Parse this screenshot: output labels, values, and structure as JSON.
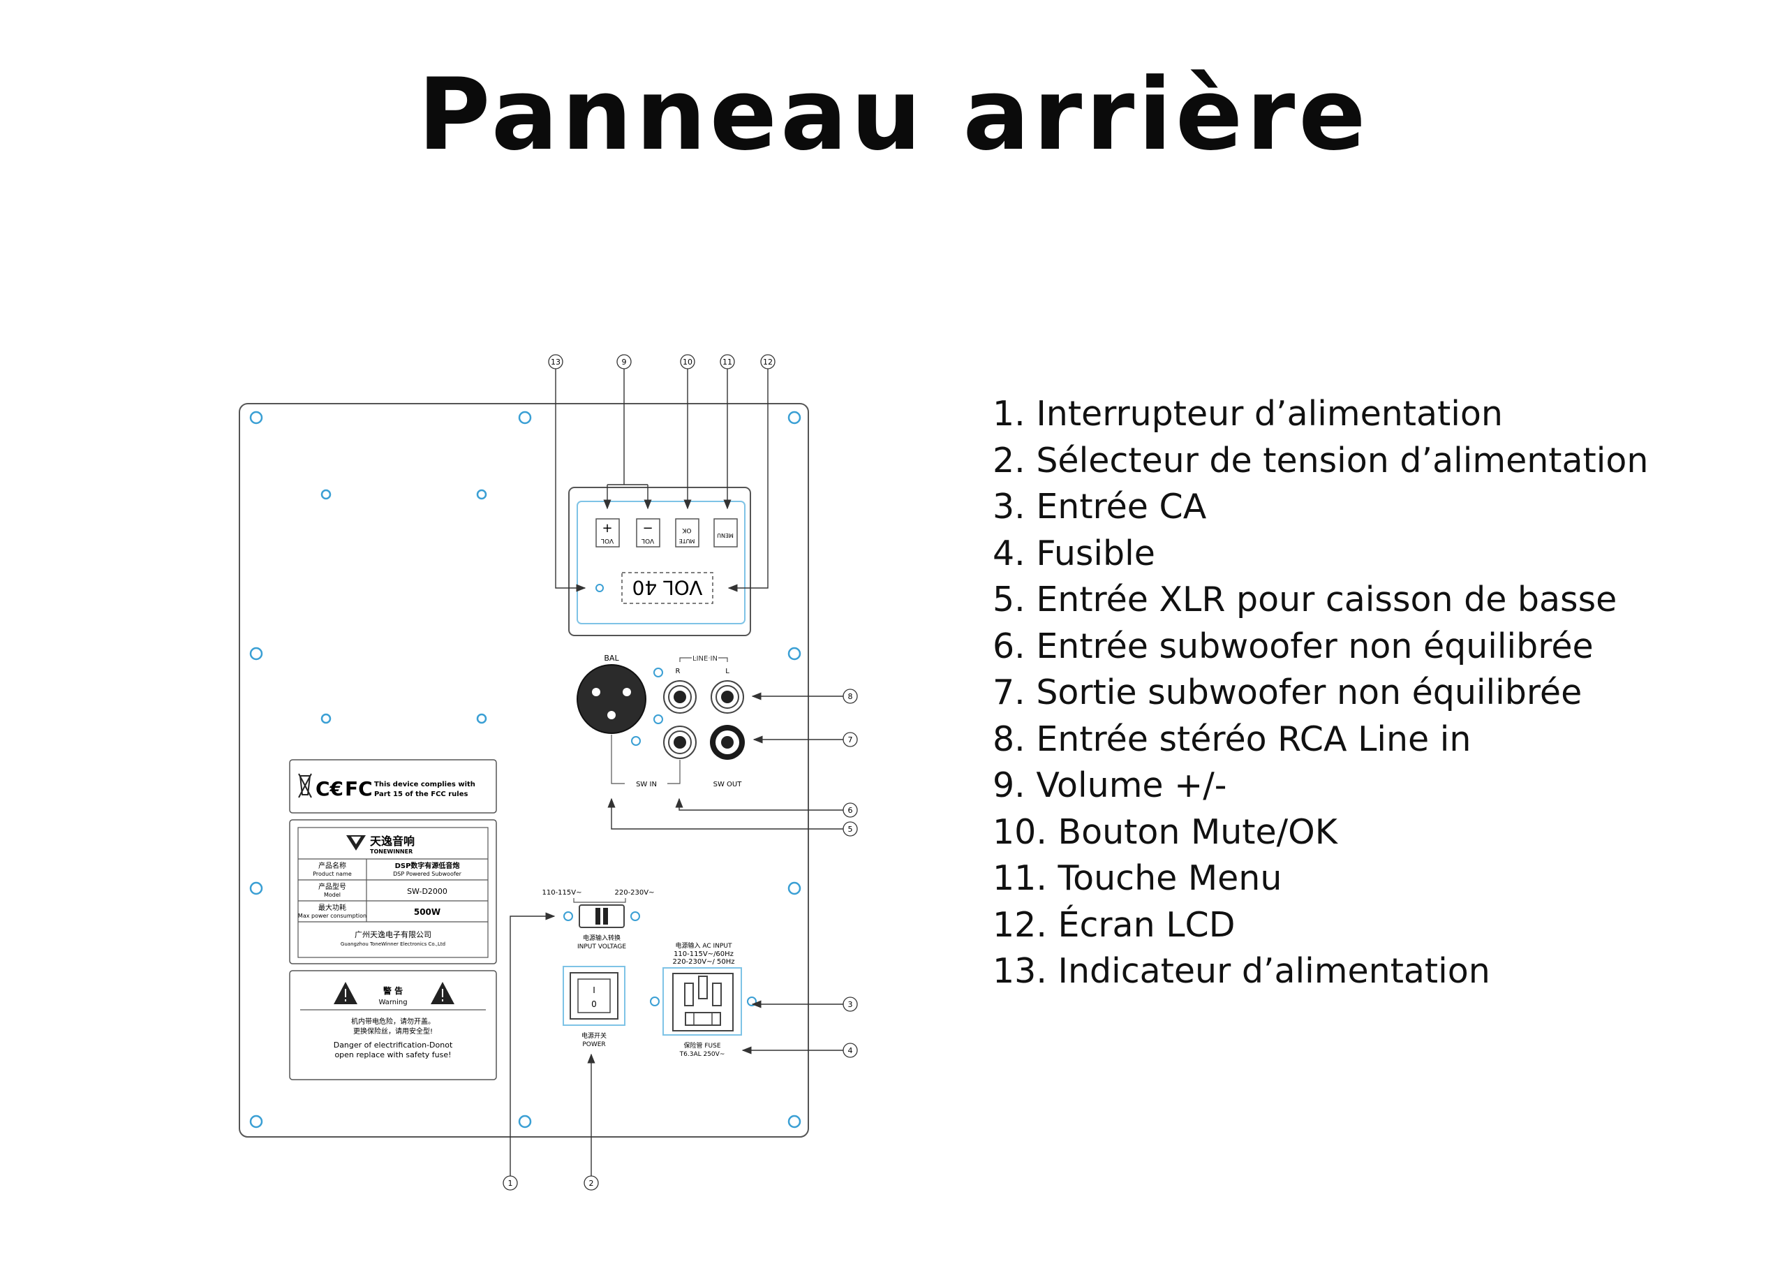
{
  "title": "Panneau arrière",
  "legend": [
    "1. Interrupteur d’alimentation",
    "2. Sélecteur de tension d’alimentation",
    "3. Entrée CA",
    "4. Fusible",
    "5. Entrée XLR pour caisson de basse",
    "6. Entrée subwoofer non équilibrée",
    "7. Sortie subwoofer non équilibrée",
    "8. Entrée stéréo RCA Line in",
    "9. Volume +/-",
    "10. Bouton Mute/OK",
    "11. Touche Menu",
    "12. Écran LCD",
    "13. Indicateur d’alimentation"
  ],
  "callouts": [
    "1",
    "2",
    "3",
    "4",
    "5",
    "6",
    "7",
    "8",
    "9",
    "10",
    "11",
    "12",
    "13"
  ],
  "panel": {
    "buttons": {
      "vol_plus_sign": "+",
      "vol_plus": "VOL",
      "vol_minus_sign": "−",
      "vol_minus": "VOL",
      "ok": "OK",
      "mute": "MUTE",
      "menu": "MENU"
    },
    "lcd": "VOL 40",
    "bal": "BAL",
    "line_in": "LINE IN",
    "r": "R",
    "l": "L",
    "sw_in": "SW IN",
    "sw_out": "SW OUT",
    "fcc_line1": "This device complies with",
    "fcc_line2": "Part 15 of the FCC rules",
    "brand_cn": "天逸音响",
    "brand_en": "TONEWINNER",
    "spec_rows": [
      {
        "label_cn": "产品名称",
        "label_en": "Product name",
        "value_cn": "DSP数字有源低音炮",
        "value_en": "DSP Powered Subwoofer"
      },
      {
        "label_cn": "产品型号",
        "label_en": "Model",
        "value_cn": "",
        "value_en": "SW-D2000"
      },
      {
        "label_cn": "最大功耗",
        "label_en": "Max power consumption",
        "value_cn": "",
        "value_en": "500W"
      }
    ],
    "company_cn": "广州天逸电子有限公司",
    "company_en": "Guangzhou ToneWinner Electronics Co.,Ltd",
    "warning_cn": "警 告",
    "warning_en": "Warning",
    "warning_text_cn1": "机内带电危险，请勿开盖。",
    "warning_text_cn2": "更换保险丝，请用安全型!",
    "warning_text_en1": "Danger of electrification-Donot",
    "warning_text_en2": "open replace with safety fuse!",
    "voltage_low": "110-115V~",
    "voltage_high": "220-230V~",
    "input_voltage_cn": "电源输入转换",
    "input_voltage_en": "INPUT VOLTAGE",
    "switch_on": "I",
    "switch_off": "0",
    "power_cn": "电源开关",
    "power_en": "POWER",
    "ac_input_cn": "电源输入 AC INPUT",
    "ac_input_line1": "110-115V~/60Hz",
    "ac_input_line2": "220-230V~/ 50Hz",
    "fuse_cn": "保险管 FUSE",
    "fuse_rating": "T6.3AL  250V~"
  },
  "colors": {
    "line": "#333333",
    "hole": "#3a9fd4",
    "panel_fill": "#ffffff",
    "blue_frame": "#7ec3e6"
  }
}
